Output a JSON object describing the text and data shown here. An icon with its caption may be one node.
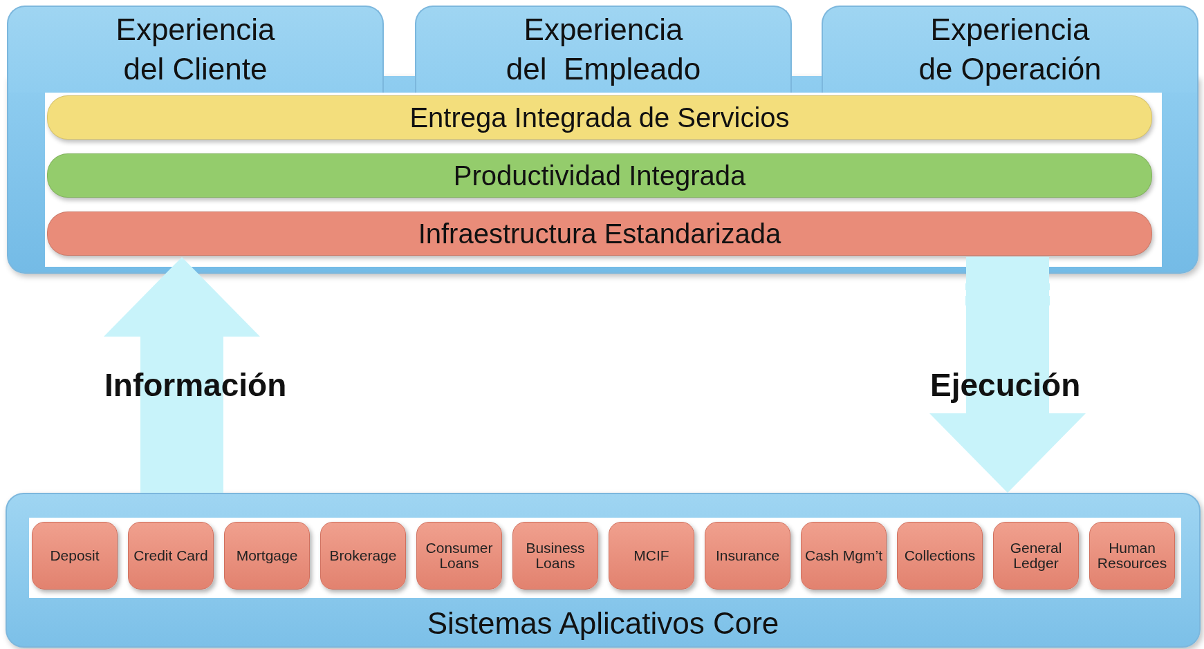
{
  "diagram": {
    "nodes": [
      {
        "text": [
          "Experiencia del Cliente"
        ]
      },
      {
        "text": [
          "Experiencia del  Empleado"
        ]
      },
      {
        "text": [
          "Experiencia de Operación"
        ]
      },
      {
        "text": [
          "Entrega Integrada de Servicios"
        ]
      },
      {
        "text": [
          "Productividad Integrada"
        ]
      },
      {
        "text": [
          "Infraestructura Estandarizada"
        ]
      },
      {
        "text": [
          "Sistemas Aplicativos Core"
        ]
      },
      {
        "text": [
          "Deposit"
        ],
        "in": 6
      },
      {
        "text": [
          "Credit Card"
        ],
        "in": 6
      },
      {
        "text": [
          "Mortgage"
        ],
        "in": 6
      },
      {
        "text": [
          "Brokerage"
        ],
        "in": 6
      },
      {
        "text": [
          "Consumer Loans"
        ],
        "in": 6
      },
      {
        "text": [
          "Business Loans"
        ],
        "in": 6
      },
      {
        "text": [
          "MCIF"
        ],
        "in": 6
      },
      {
        "text": [
          "Insurance"
        ],
        "in": 6
      },
      {
        "text": [
          "Cash Mgm’t"
        ],
        "in": 6
      },
      {
        "text": [
          "Collections"
        ],
        "in": 6
      },
      {
        "text": [
          "General Ledger"
        ],
        "in": 6
      },
      {
        "text": [
          "Human Resources"
        ],
        "in": 6
      }
    ],
    "edges": [
      {
        "from": 6,
        "to": 5,
        "arrow": "to",
        "label": "Información"
      },
      {
        "from": 5,
        "to": 6,
        "arrow": "to",
        "label": "Ejecución"
      }
    ]
  }
}
